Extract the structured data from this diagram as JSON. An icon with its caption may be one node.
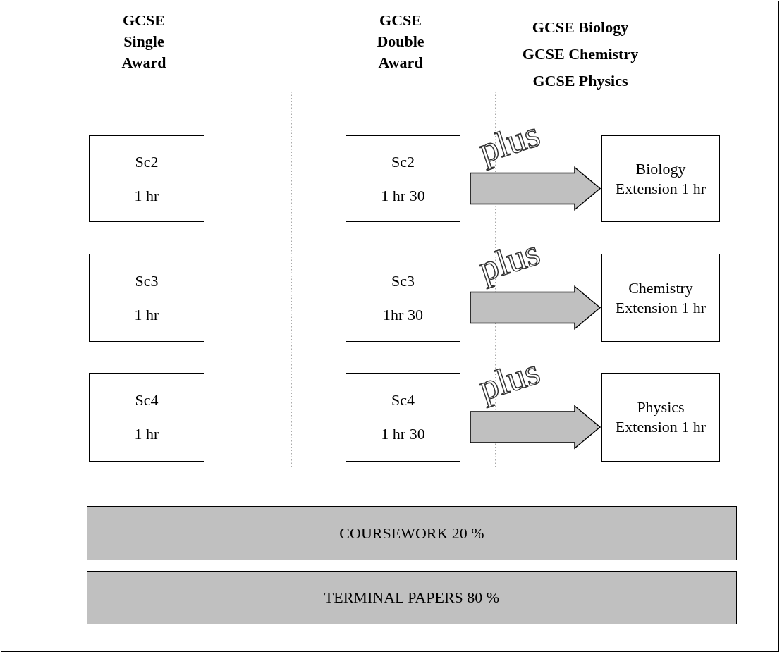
{
  "diagram": {
    "nodes": [
      {
        "text": [
          "Sc2",
          "1 hr"
        ]
      },
      {
        "text": [
          "Sc2",
          "1 hr 30"
        ]
      },
      {
        "text": [
          "Biology Extension 1 hr"
        ]
      },
      {
        "text": [
          "Sc3",
          "1 hr"
        ]
      },
      {
        "text": [
          "Sc3",
          "1hr 30"
        ]
      },
      {
        "text": [
          "Chemistry Extension 1 hr"
        ]
      },
      {
        "text": [
          "Sc4",
          "1 hr"
        ]
      },
      {
        "text": [
          "Sc4",
          "1 hr 30"
        ]
      },
      {
        "text": [
          "Physics Extension 1 hr"
        ]
      },
      {
        "text": [
          "COURSEWORK 20 %"
        ]
      },
      {
        "text": [
          "TERMINAL PAPERS 80 %"
        ]
      }
    ],
    "edges": [
      {
        "from": 1,
        "to": 2,
        "arrow": "to",
        "label": "plus"
      },
      {
        "from": 4,
        "to": 5,
        "arrow": "to",
        "label": "plus"
      },
      {
        "from": 7,
        "to": 8,
        "arrow": "to",
        "label": "plus"
      }
    ],
    "labels": [
      "GCSE Single Award",
      "GCSE Double Award",
      "GCSE Biology",
      "GCSE Chemistry",
      "GCSE Physics"
    ]
  }
}
